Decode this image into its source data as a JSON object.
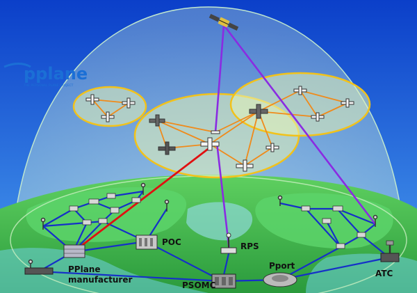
{
  "logo": {
    "wordmark": "pplane",
    "tagline": "THE PERSONAL PLANE PROJECT",
    "color": "#1b6fd6"
  },
  "labels": {
    "poc": "POC",
    "rps": "RPS",
    "pport": "Pport",
    "atc": "ATC",
    "psomc": "PSOMC",
    "manufacturer_line1": "PPlane",
    "manufacturer_line2": "manufacturer"
  },
  "colors": {
    "sky_top": "#0b3fc9",
    "sky_bottom": "#3a8df0",
    "ground": "#35b34a",
    "land": "#4cc85a",
    "water": "#7fcfdc",
    "dome": "#d8f0d8",
    "cluster_fill": "#e6f4b8",
    "cluster_stroke": "#f2c21a",
    "air_link": "#f08a1a",
    "ground_link": "#1530c8",
    "satellite_link": "#8a2be2",
    "manufacturer_link": "#e01010"
  },
  "icons": [
    "satellite-icon",
    "aircraft-icon",
    "vehicle-icon",
    "building-icon",
    "antenna-icon",
    "port-icon"
  ]
}
